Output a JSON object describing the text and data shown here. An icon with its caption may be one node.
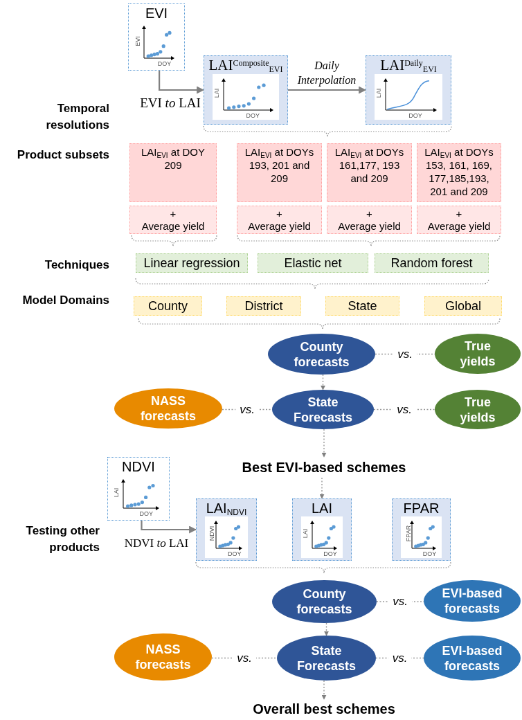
{
  "diagram": {
    "nodes": [
      {
        "text": [
          "EVI",
          "EVI",
          "DOY"
        ]
      },
      {
        "text": [
          "LAI$^{Composite}$$_{EVI}$",
          "LAI",
          "DOY"
        ]
      },
      {
        "text": [
          "LAI$^{Daily}$$_{EVI}$",
          "LAI",
          "DOY"
        ]
      },
      {
        "text": [
          "LAI$_{EVI}$ at DOY 209"
        ]
      },
      {
        "text": [
          "LAI$_{EVI}$ at DOYs 193, 201 and 209"
        ]
      },
      {
        "text": [
          "LAI$_{EVI}$ at DOYs 161,177, 193 and 209"
        ]
      },
      {
        "text": [
          "LAI$_{EVI}$ at DOYs 153, 161, 169, 177,185,193, 201 and 209"
        ]
      },
      {
        "text": [
          "+",
          "Average yield"
        ]
      },
      {
        "text": [
          "+",
          "Average yield"
        ]
      },
      {
        "text": [
          "+",
          "Average yield"
        ]
      },
      {
        "text": [
          "+",
          "Average yield"
        ]
      },
      {
        "text": [
          "Linear regression"
        ]
      },
      {
        "text": [
          "Elastic net"
        ]
      },
      {
        "text": [
          "Random forest"
        ]
      },
      {
        "text": [
          "County"
        ]
      },
      {
        "text": [
          "District"
        ]
      },
      {
        "text": [
          "State"
        ]
      },
      {
        "text": [
          "Global"
        ]
      },
      {
        "text": [
          "County forecasts"
        ]
      },
      {
        "text": [
          "True yields"
        ]
      },
      {
        "text": [
          "NASS forecasts"
        ]
      },
      {
        "text": [
          "State Forecasts"
        ]
      },
      {
        "text": [
          "True yields"
        ]
      },
      {
        "text": [
          "Best EVI-based schemes"
        ]
      },
      {
        "text": [
          "NDVI",
          "LAI",
          "DOY"
        ]
      },
      {
        "text": [
          "LAI$_{NDVI}$",
          "NDVI",
          "DOY"
        ]
      },
      {
        "text": [
          "LAI",
          "LAI",
          "DOY"
        ]
      },
      {
        "text": [
          "FPAR",
          "FPAR",
          "DOY"
        ]
      },
      {
        "text": [
          "County forecasts"
        ]
      },
      {
        "text": [
          "EVI-based forecasts"
        ]
      },
      {
        "text": [
          "NASS forecasts"
        ]
      },
      {
        "text": [
          "State Forecasts"
        ]
      },
      {
        "text": [
          "EVI-based forecasts"
        ]
      },
      {
        "text": [
          "Overall best schemes"
        ]
      }
    ],
    "edges": [
      {
        "from": 0,
        "to": 1,
        "arrow": "to",
        "label": "EVI *to* LAI"
      },
      {
        "from": 1,
        "to": 2,
        "arrow": "to",
        "label": "Daily Interpolation"
      },
      {
        "from": 18,
        "to": 19,
        "arrow": "none",
        "label": "vs.",
        "style": "dashed"
      },
      {
        "from": 18,
        "to": 21,
        "arrow": "to",
        "style": "dashed"
      },
      {
        "from": 20,
        "to": 21,
        "arrow": "none",
        "label": "vs.",
        "style": "dashed"
      },
      {
        "from": 21,
        "to": 22,
        "arrow": "none",
        "label": "vs.",
        "style": "dashed"
      },
      {
        "from": 21,
        "to": 23,
        "arrow": "to",
        "style": "dashed"
      },
      {
        "from": 23,
        "to": 26,
        "arrow": "to",
        "style": "dashed"
      },
      {
        "from": 24,
        "to": 25,
        "arrow": "to",
        "label": "NDVI *to* LAI"
      },
      {
        "from": 28,
        "to": 29,
        "arrow": "none",
        "label": "vs.",
        "style": "dashed"
      },
      {
        "from": 28,
        "to": 31,
        "arrow": "to",
        "style": "dashed"
      },
      {
        "from": 30,
        "to": 31,
        "arrow": "none",
        "label": "vs.",
        "style": "dashed"
      },
      {
        "from": 31,
        "to": 32,
        "arrow": "none",
        "label": "vs.",
        "style": "dashed"
      },
      {
        "from": 31,
        "to": 33,
        "arrow": "to",
        "style": "dashed"
      }
    ],
    "labels": [
      "Temporal resolutions",
      "Product subsets",
      "Techniques",
      "Model Domains",
      "Testing other products"
    ]
  }
}
